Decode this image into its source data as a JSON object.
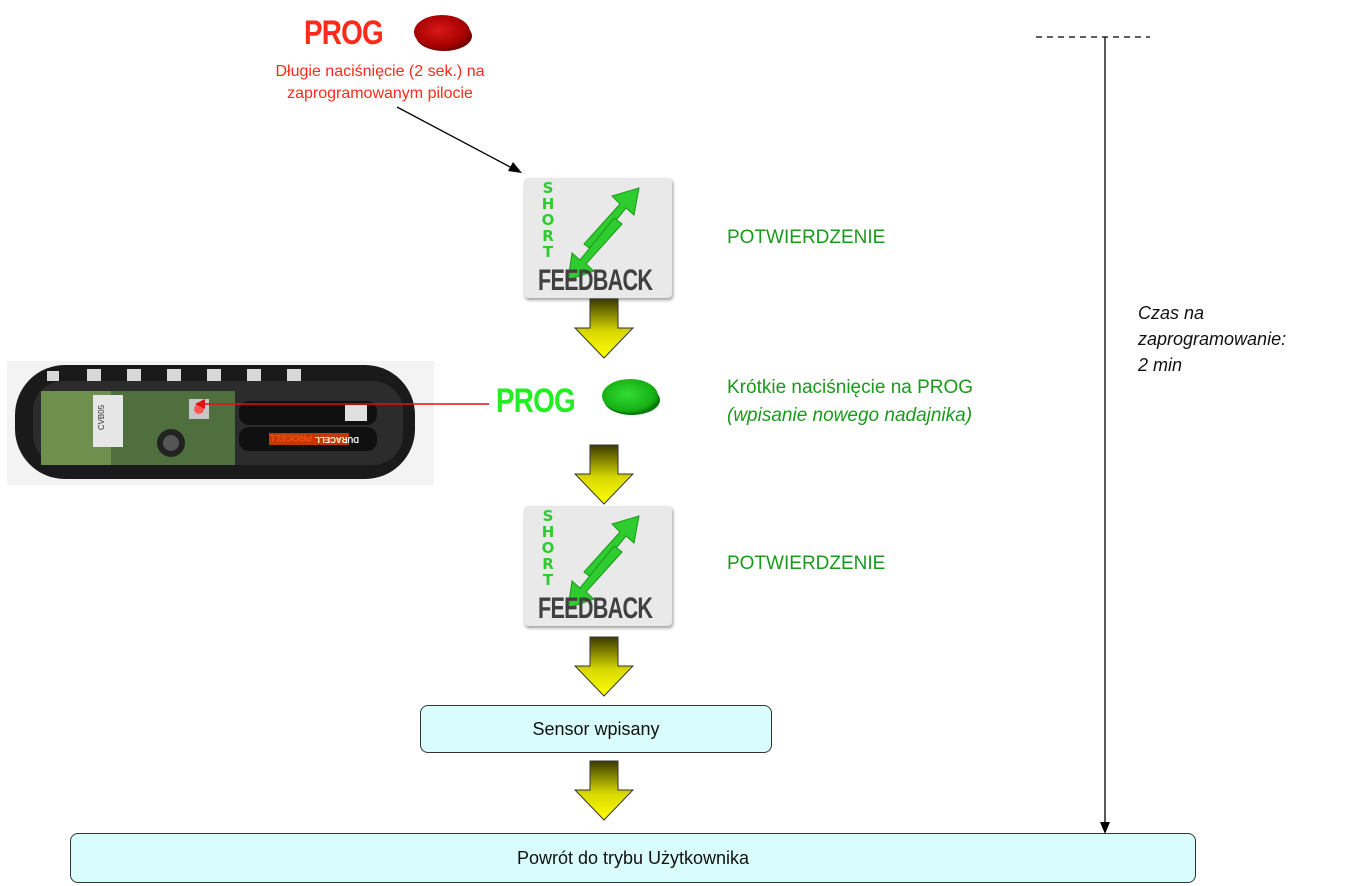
{
  "step1": {
    "prog_label": "PROG",
    "description_line1": "Długie naciśnięcie (2 sek.) na",
    "description_line2": "zaprogramowanym pilocie",
    "button_color": "#cc1010"
  },
  "feedback": {
    "vertical_letters": [
      "S",
      "H",
      "O",
      "R",
      "T"
    ],
    "word": "FEEDBACK",
    "letters_color": "#2fcc2f",
    "word_color": "#404040"
  },
  "confirm1": "POTWIERDZENIE",
  "step2": {
    "prog_label": "PROG",
    "button_color": "#22c022",
    "description_line1": "Krótkie naciśnięcie na PROG",
    "description_line2": "(wpisanie nowego nadajnika)"
  },
  "confirm2": "POTWIERDZENIE",
  "box_sensor": "Sensor wpisany",
  "box_return": "Powrót do trybu Użytkownika",
  "time_note": {
    "line1": "Czas na",
    "line2": "zaprogramowanie:",
    "line3": "2 min"
  },
  "photo_labels": {
    "battery_brand": "DURACELL",
    "battery_line": "PROCELL",
    "board_code": "CVB05"
  },
  "colors": {
    "red": "#ff2a1a",
    "green_text": "#1a9a1a",
    "prog_green": "#22ee22",
    "box_fill": "#d9fcfd",
    "arrow_yellow": "#ffff00"
  }
}
